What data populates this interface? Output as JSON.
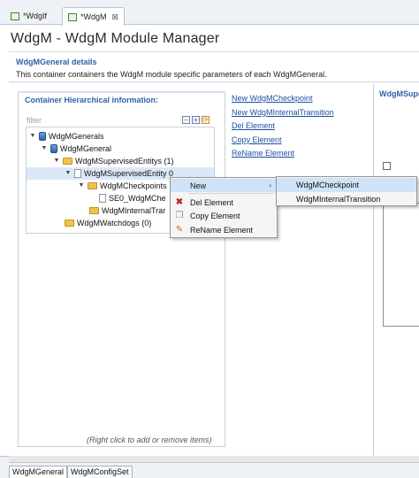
{
  "editor_tabs": [
    {
      "label": "*WdgIf",
      "active": false
    },
    {
      "label": "*WdgM",
      "active": true,
      "close": "⊠"
    }
  ],
  "page_title": "WdgM - WdgM Module Manager",
  "section": {
    "title": "WdgMGeneral details",
    "description": "This container containers the WdgM module specific parameters of each WdgMGeneral."
  },
  "tree_panel": {
    "title": "Container Hierarchical information:",
    "filter_placeholder": "filter",
    "tools": {
      "collapse": "−",
      "expand": "+",
      "refresh": "⟳"
    },
    "rows": [
      {
        "label": "WdgMGenerals",
        "twisty": "▼",
        "icon": "module-icon"
      },
      {
        "label": "WdgMGeneral",
        "twisty": "▼",
        "icon": "module-icon"
      },
      {
        "label": "WdgMSupervisedEntitys (1)",
        "twisty": "▼",
        "icon": "folder-icon"
      },
      {
        "label": "WdgMSupervisedEntity 0",
        "twisty": "▼",
        "icon": "document-icon",
        "selected": true
      },
      {
        "label": "WdgMCheckpoints",
        "twisty": "▼",
        "icon": "folder-icon"
      },
      {
        "label": "SE0_WdgMChe",
        "twisty": "",
        "icon": "document-icon"
      },
      {
        "label": "WdgMInternalTrar",
        "twisty": "",
        "icon": "folder-icon"
      },
      {
        "label": "WdgMWatchdogs (0)",
        "twisty": "",
        "icon": "folder-icon"
      }
    ],
    "hint": "(Right click to add or remove items)"
  },
  "action_links": [
    "New WdgMCheckpoint",
    "New WdgMInternalTransition",
    "Del Element",
    "Copy Element",
    "ReName Element"
  ],
  "right_panel": {
    "title": "WdgMSupe"
  },
  "context_menu": {
    "items": [
      {
        "label": "New",
        "icon": "",
        "submenu_arrow": "›",
        "hover": true
      },
      {
        "label": "Del Element",
        "icon": "✖"
      },
      {
        "label": "Copy Element",
        "icon": "❐"
      },
      {
        "label": "ReName Element",
        "icon": "✎"
      }
    ]
  },
  "submenu": {
    "items": [
      {
        "label": "WdgMCheckpoint",
        "hover": true
      },
      {
        "label": "WdgMInternalTransition"
      }
    ]
  },
  "bottom_tabs": [
    {
      "label": "WdgMGeneral",
      "active": true
    },
    {
      "label": "WdgMConfigSet",
      "active": false
    }
  ],
  "colors": {
    "accent_blue": "#2f62a8",
    "link_blue": "#1e4fa0",
    "selection": "#dbe8f8",
    "menu_hover": "#cfe3f7",
    "delete_red": "#c0282d"
  }
}
